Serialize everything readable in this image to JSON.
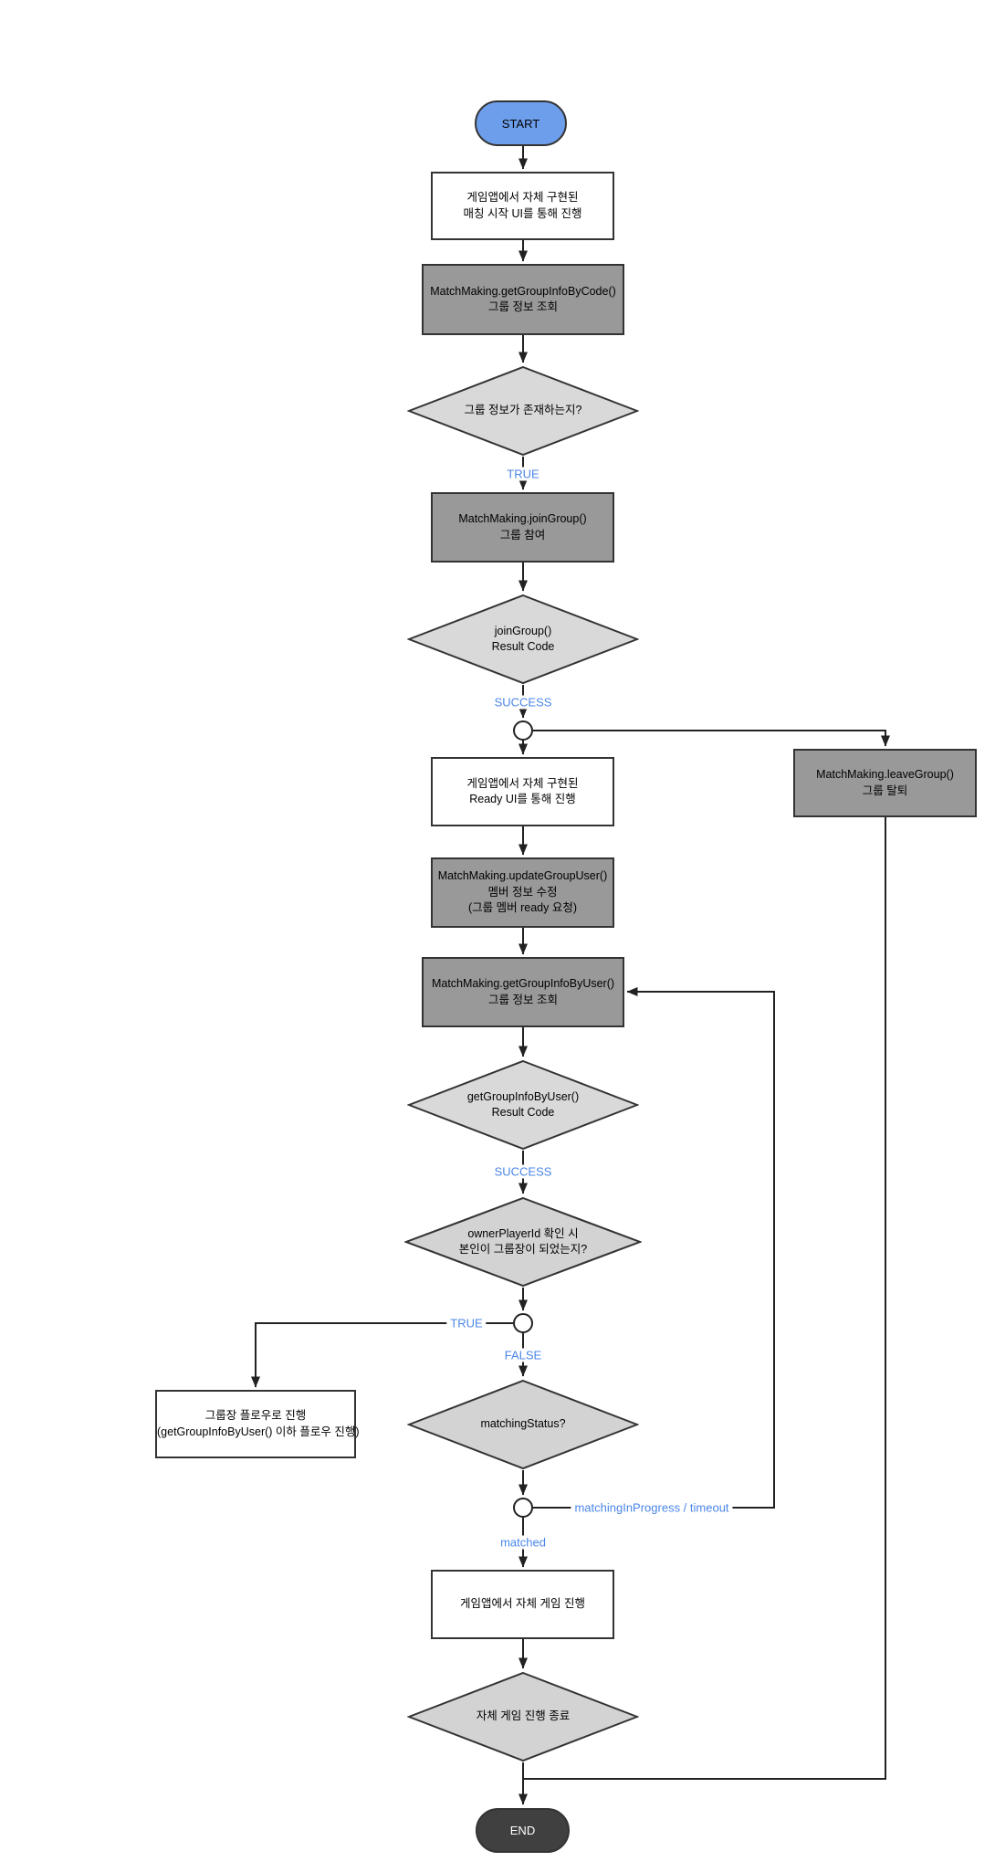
{
  "colors": {
    "start_fill": "#6d9eeb",
    "end_fill": "#404040",
    "process_gray_fill": "#999999",
    "process_white_fill": "#ffffff",
    "decision_fill": "#d9d9d9",
    "decision_fill_dark": "#d3d3d3",
    "edge_label_blue": "#4a86e8",
    "line_color": "#222222"
  },
  "nodes": {
    "start": {
      "label": "START"
    },
    "matching_ui": {
      "label": "게임앱에서 자체 구현된\n매칭 시작 UI를 통해 진행"
    },
    "get_group_info_by_code": {
      "label": "MatchMaking.getGroupInfoByCode()\n그룹 정보 조회"
    },
    "group_exists_decision": {
      "label": "그룹 정보가 존재하는지?"
    },
    "join_group": {
      "label": "MatchMaking.joinGroup()\n그룹 참여"
    },
    "join_group_result_decision": {
      "label": "joinGroup()\nResult Code"
    },
    "ready_ui": {
      "label": "게임앱에서 자체 구현된\nReady UI를 통해 진행"
    },
    "update_group_user": {
      "label": "MatchMaking.updateGroupUser()\n멤버 정보 수정\n(그룹 멤버 ready 요청)"
    },
    "get_group_info_by_user": {
      "label": "MatchMaking.getGroupInfoByUser()\n그룹 정보 조회"
    },
    "get_group_info_result_decision": {
      "label": "getGroupInfoByUser()\nResult Code"
    },
    "owner_check_decision": {
      "label": "ownerPlayerId 확인 시\n본인이 그룹장이 되었는지?"
    },
    "owner_flow": {
      "label": "그룹장 플로우로 진행\n(getGroupInfoByUser() 이하 플로우 진행)"
    },
    "matching_status_decision": {
      "label": "matchingStatus?"
    },
    "leave_group": {
      "label": "MatchMaking.leaveGroup()\n그룹 탈퇴"
    },
    "game_play": {
      "label": "게임앱에서 자체 게임 진행"
    },
    "game_end_decision": {
      "label": "자체 게임 진행 종료"
    },
    "end": {
      "label": "END"
    }
  },
  "edge_labels": {
    "true_join": "TRUE",
    "success_join": "SUCCESS",
    "success_get_info": "SUCCESS",
    "true_owner": "TRUE",
    "false_owner": "FALSE",
    "matching_in_progress": "matchingInProgress / timeout",
    "matched": "matched"
  }
}
